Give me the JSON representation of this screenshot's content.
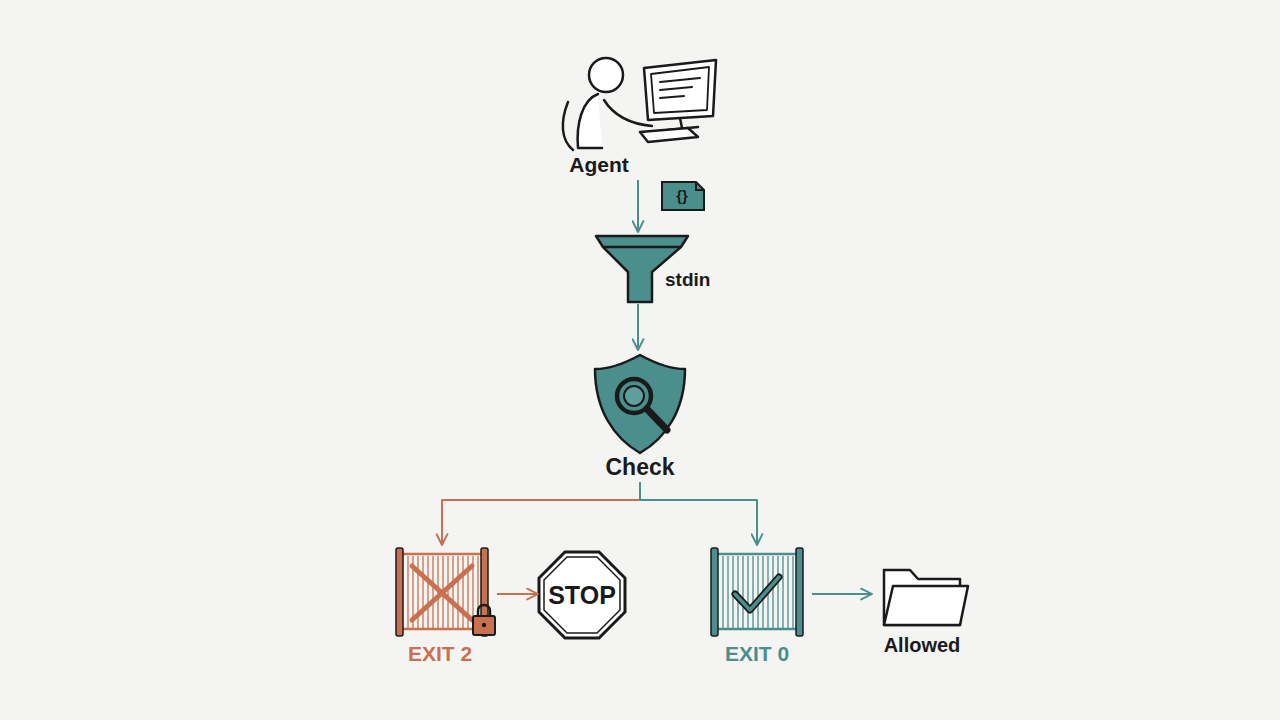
{
  "diagram": {
    "nodes": [
      {
        "text": [
          "Agent"
        ]
      },
      {
        "text": [
          "stdin"
        ]
      },
      {
        "text": [
          "Check"
        ]
      },
      {
        "text": [
          "EXIT 2"
        ]
      },
      {
        "text": [
          "STOP"
        ]
      },
      {
        "text": [
          "EXIT 0"
        ]
      },
      {
        "text": [
          "Allowed"
        ]
      }
    ],
    "edges": [
      {
        "from": 0,
        "to": 1,
        "arrow": "to",
        "label": "{}"
      },
      {
        "from": 1,
        "to": 2,
        "arrow": "to"
      },
      {
        "from": 2,
        "to": 3,
        "arrow": "to"
      },
      {
        "from": 2,
        "to": 5,
        "arrow": "to"
      },
      {
        "from": 3,
        "to": 4,
        "arrow": "to"
      },
      {
        "from": 5,
        "to": 6,
        "arrow": "to"
      }
    ]
  }
}
